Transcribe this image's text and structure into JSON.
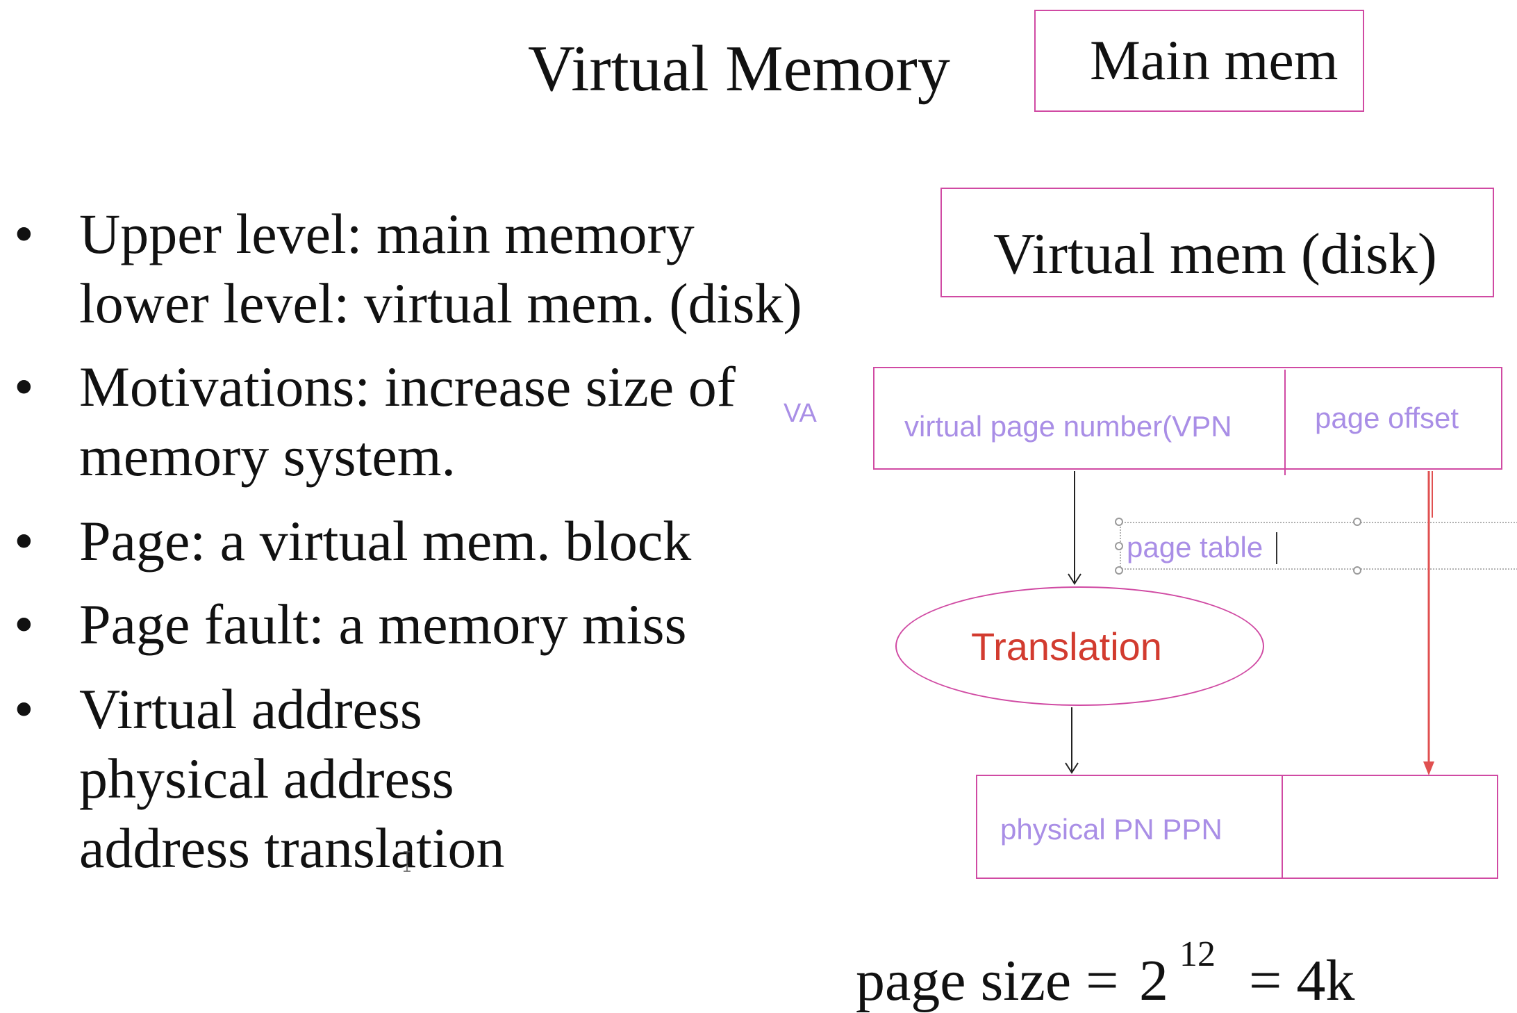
{
  "slide": {
    "title": "Virtual Memory",
    "main_mem_label": "Main mem",
    "virtual_mem_label": "Virtual mem (disk)",
    "bullet_symbol": "•",
    "bullets": [
      {
        "lines": [
          "Upper level: main memory",
          "lower level: virtual mem. (disk)"
        ]
      },
      {
        "lines": [
          "Motivations: increase size of",
          "memory system."
        ]
      },
      {
        "lines": [
          "Page: a virtual mem. block"
        ]
      },
      {
        "lines": [
          "Page fault: a memory miss"
        ]
      },
      {
        "lines": [
          "Virtual address",
          "physical address",
          "address translation"
        ]
      }
    ]
  },
  "diagram": {
    "va_label": "VA",
    "vpn_label": "virtual page number(VPN",
    "page_offset_label": "page offset",
    "page_table_label": "page table",
    "translation_label": "Translation",
    "ppn_label": "physical PN PPN",
    "colors": {
      "box_border": "#d04aa3",
      "label_purple": "#a98ee6",
      "translation_red": "#d23b2f",
      "offset_arrow": "#e05050"
    }
  },
  "formula": {
    "prefix": "page size =",
    "base": "2",
    "exponent": "12",
    "suffix": "= 4k"
  }
}
